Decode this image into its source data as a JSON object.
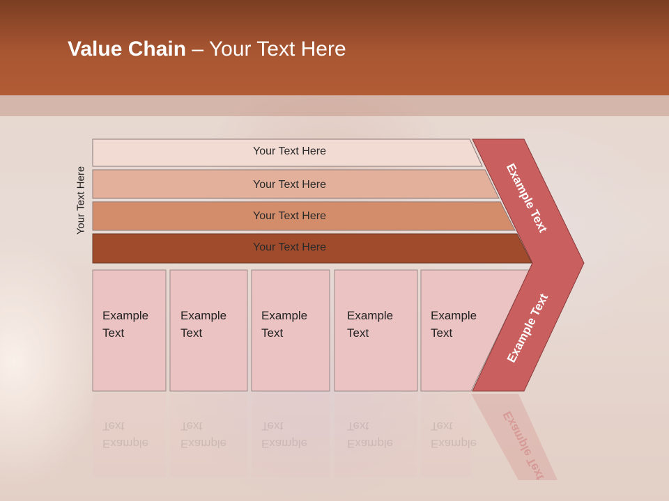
{
  "title": {
    "bold": "Value Chain",
    "rest": " – Your Text Here"
  },
  "side_label": "Your Text Here",
  "rows": [
    {
      "label": "Your Text Here",
      "color": "#f2dbd3"
    },
    {
      "label": "Your Text Here",
      "color": "#e3b09b"
    },
    {
      "label": "Your Text Here",
      "color": "#d48d6b"
    },
    {
      "label": "Your Text Here",
      "color": "#a04b2b"
    }
  ],
  "activities": [
    {
      "label": "Example\nText"
    },
    {
      "label": "Example\nText"
    },
    {
      "label": "Example\nText"
    },
    {
      "label": "Example\nText"
    },
    {
      "label": "Example\nText"
    }
  ],
  "chevron": {
    "top_label": "Example Text",
    "bottom_label": "Example Text",
    "color": "#c95f5f"
  },
  "colors": {
    "header": "#a85632",
    "card": "#ebc3c3",
    "card_border": "#9a8a8a"
  }
}
